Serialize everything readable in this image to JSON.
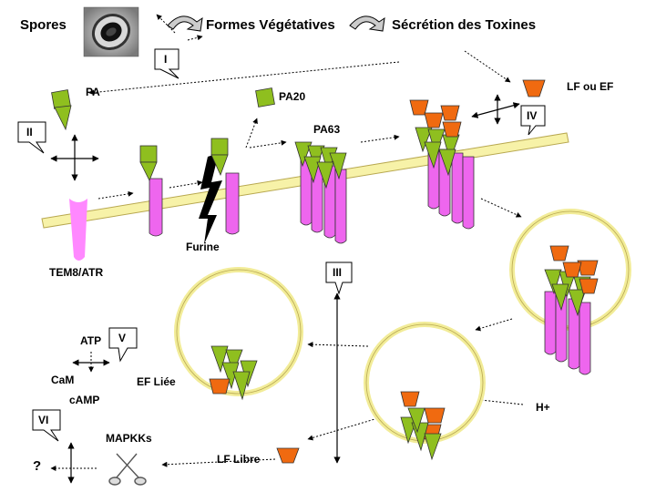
{
  "labels": {
    "spores": "Spores",
    "formes_vegetatives": "Formes Végétatives",
    "secretion": "Sécrétion des Toxines",
    "pa": "PA",
    "pa20": "PA20",
    "pa63": "PA63",
    "lf_ou_ef": "LF ou EF",
    "furine": "Furine",
    "tem8": "TEM8/ATR",
    "atp": "ATP",
    "cam": "CaM",
    "camp": "cAMP",
    "ef_liee": "EF Liée",
    "h_plus": "H+",
    "mapkks": "MAPKKs",
    "lf_libre": "LF Libre",
    "question": "?"
  },
  "steps": [
    "I",
    "II",
    "III",
    "IV",
    "V",
    "VI"
  ],
  "colors": {
    "pa_green": "#8fbf1f",
    "pa_green_dark": "#4a6a10",
    "lf_orange": "#f06a10",
    "receptor_magenta": "#ee66ee",
    "receptor_pink": "#ff88ff",
    "membrane": "#f7f2a8",
    "membrane_edge": "#b8a850"
  },
  "icons": [
    "spore-micrograph",
    "scissors-icon",
    "curved-arrow-icon",
    "furin-lightning"
  ]
}
